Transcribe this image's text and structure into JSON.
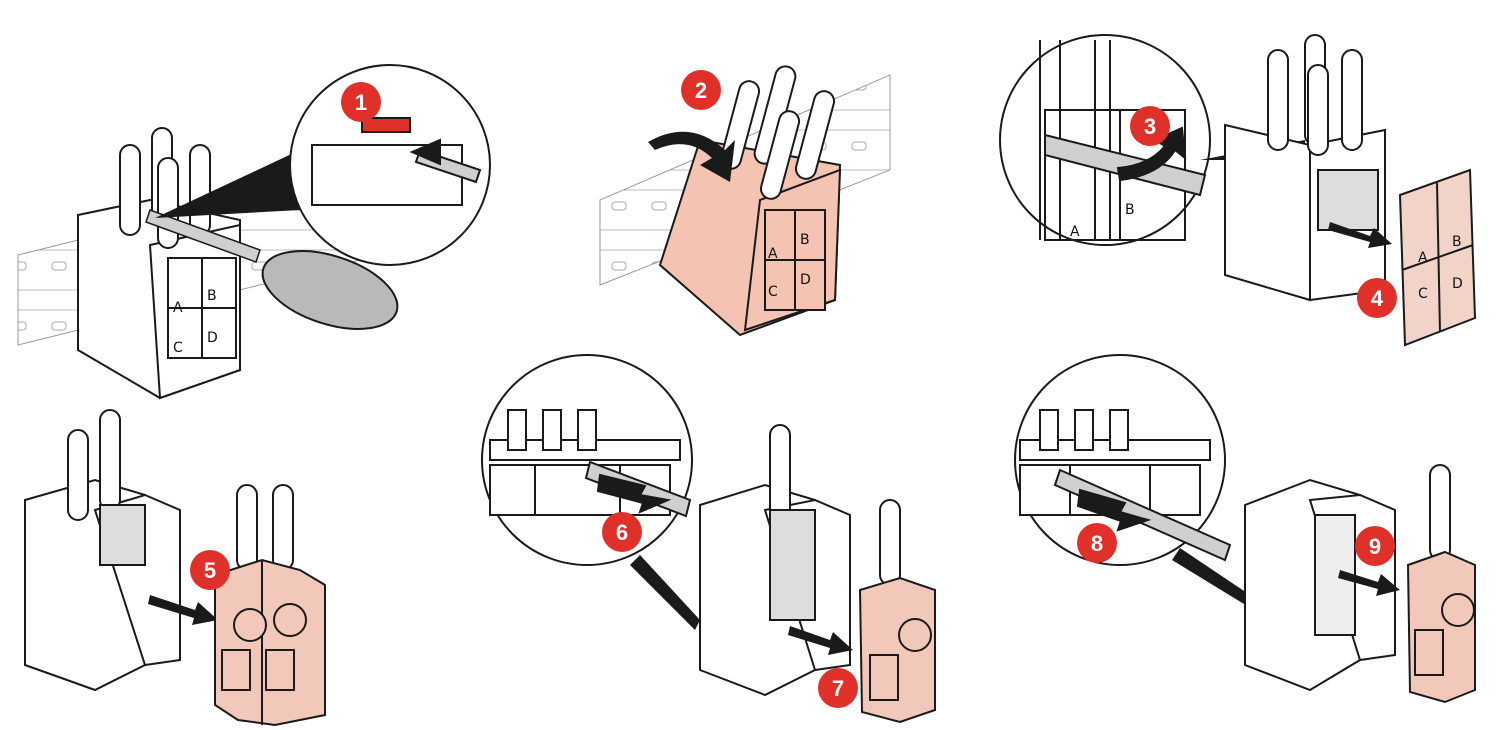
{
  "colors": {
    "accent_red": "#e0302a",
    "part_peach": "#f4c3b2",
    "part_light_peach": "#f2d3c8",
    "outline": "#1a1a1a",
    "rail_gray": "#d0d0d0",
    "tool_gray": "#b9b9b9"
  },
  "steps": [
    {
      "number": "1",
      "icon": "screwdriver-release-latch"
    },
    {
      "number": "2",
      "icon": "tilt-module-off-rail"
    },
    {
      "number": "3",
      "icon": "pry-front-cover"
    },
    {
      "number": "4",
      "icon": "remove-front-cover"
    },
    {
      "number": "5",
      "icon": "slide-out-double-block"
    },
    {
      "number": "6",
      "icon": "push-latch-tool"
    },
    {
      "number": "7",
      "icon": "slide-out-single-block"
    },
    {
      "number": "8",
      "icon": "push-latch-tool"
    },
    {
      "number": "9",
      "icon": "slide-out-last-block"
    }
  ],
  "cover_labels": [
    "A",
    "B",
    "C",
    "D"
  ]
}
